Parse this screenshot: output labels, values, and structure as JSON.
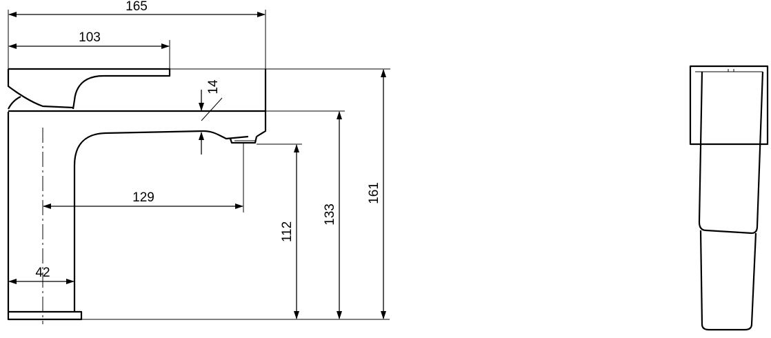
{
  "dimensions": {
    "overall_length": "165",
    "handle_length": "103",
    "flow_height": "14",
    "spout_reach": "129",
    "outlet_height": "112",
    "body_height": "133",
    "total_height": "161",
    "base_width": "42"
  }
}
